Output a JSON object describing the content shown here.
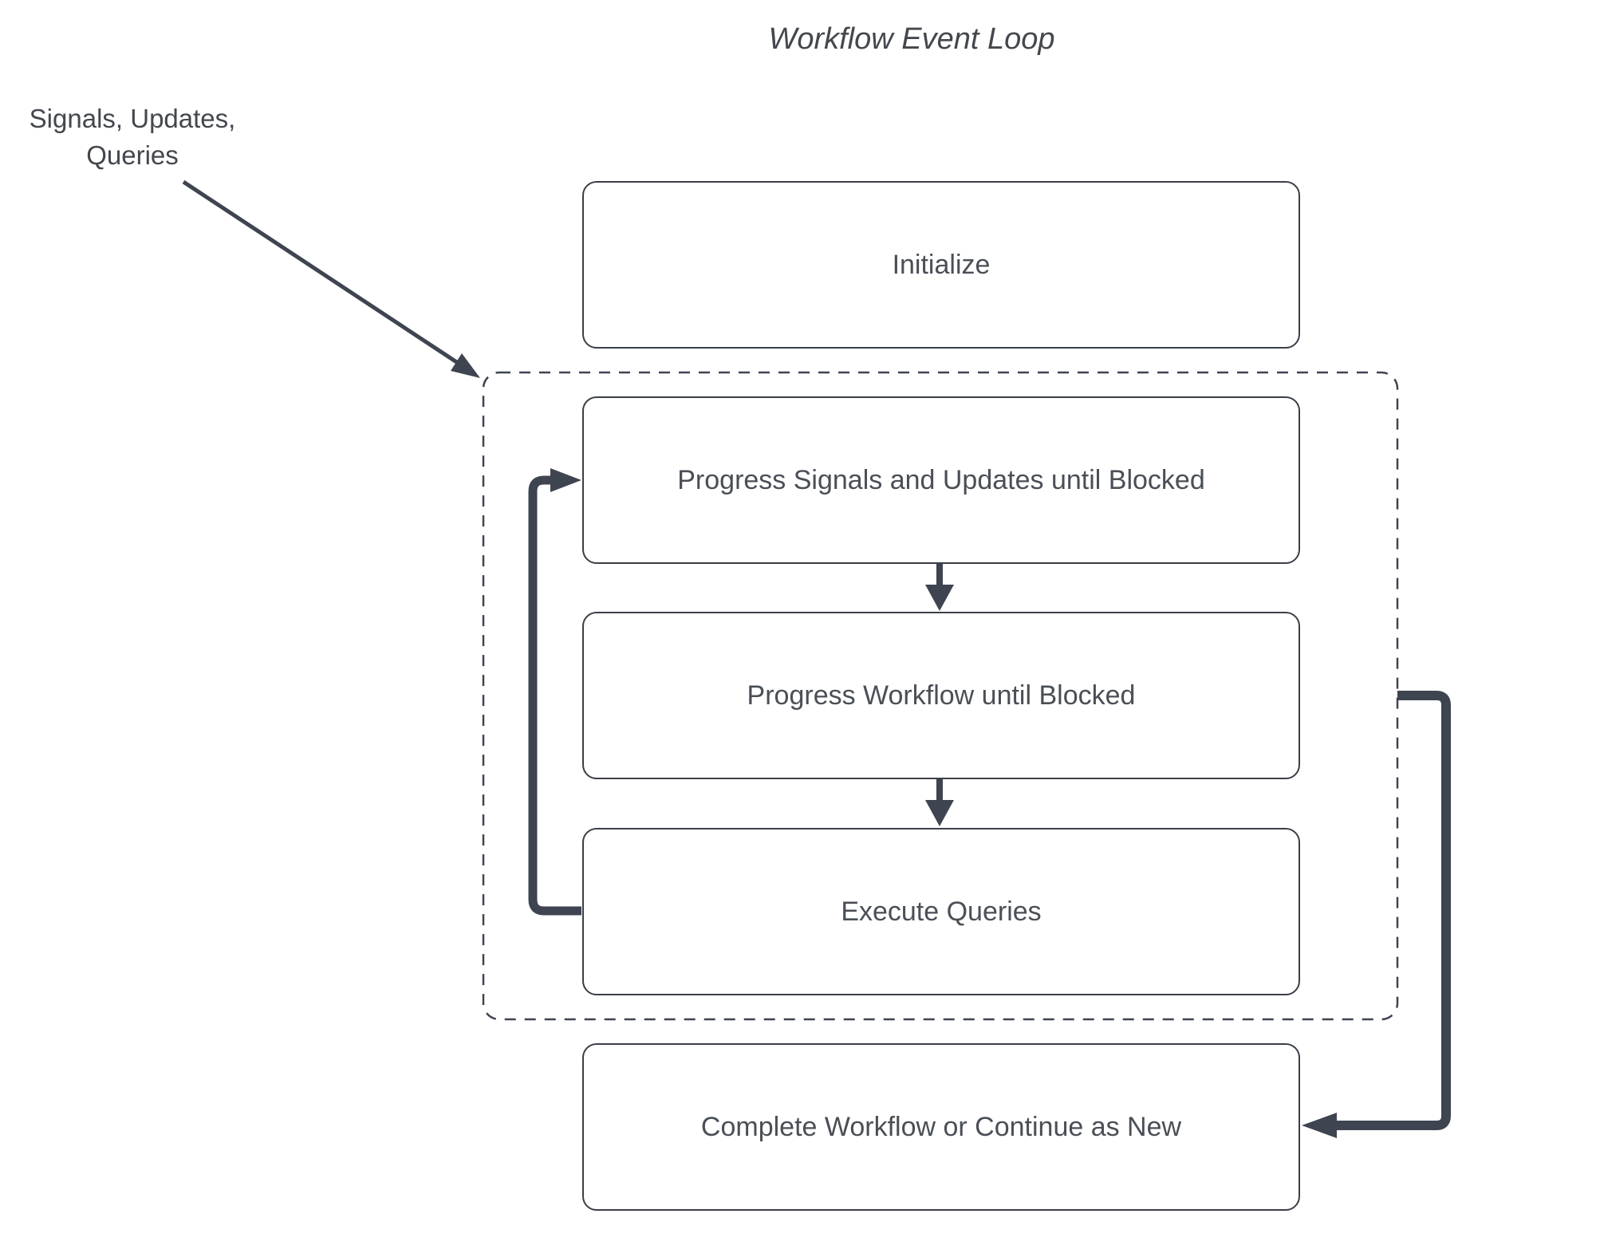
{
  "title": "Workflow Event Loop",
  "external_label": {
    "line1": "Signals, Updates,",
    "line2": "Queries"
  },
  "nodes": {
    "initialize": {
      "label": "Initialize"
    },
    "progress_signals": {
      "label": "Progress Signals and Updates until Blocked"
    },
    "progress_workflow": {
      "label": "Progress Workflow until Blocked"
    },
    "execute_queries": {
      "label": "Execute Queries"
    },
    "complete": {
      "label": "Complete Workflow or Continue as New"
    }
  },
  "groups": {
    "event_loop_group": {
      "style": "dashed",
      "contains": [
        "progress_signals",
        "progress_workflow",
        "execute_queries"
      ]
    }
  },
  "edges": [
    {
      "from": "external_label",
      "to": "event_loop_group"
    },
    {
      "from": "progress_signals",
      "to": "progress_workflow"
    },
    {
      "from": "progress_workflow",
      "to": "execute_queries"
    },
    {
      "from": "execute_queries",
      "to": "progress_signals",
      "kind": "loop-back"
    },
    {
      "from": "event_loop_group",
      "to": "complete"
    }
  ],
  "colors": {
    "ink": "#3e4450",
    "node_border": "#3a3f47",
    "text": "#4a4f57",
    "background": "#ffffff"
  }
}
